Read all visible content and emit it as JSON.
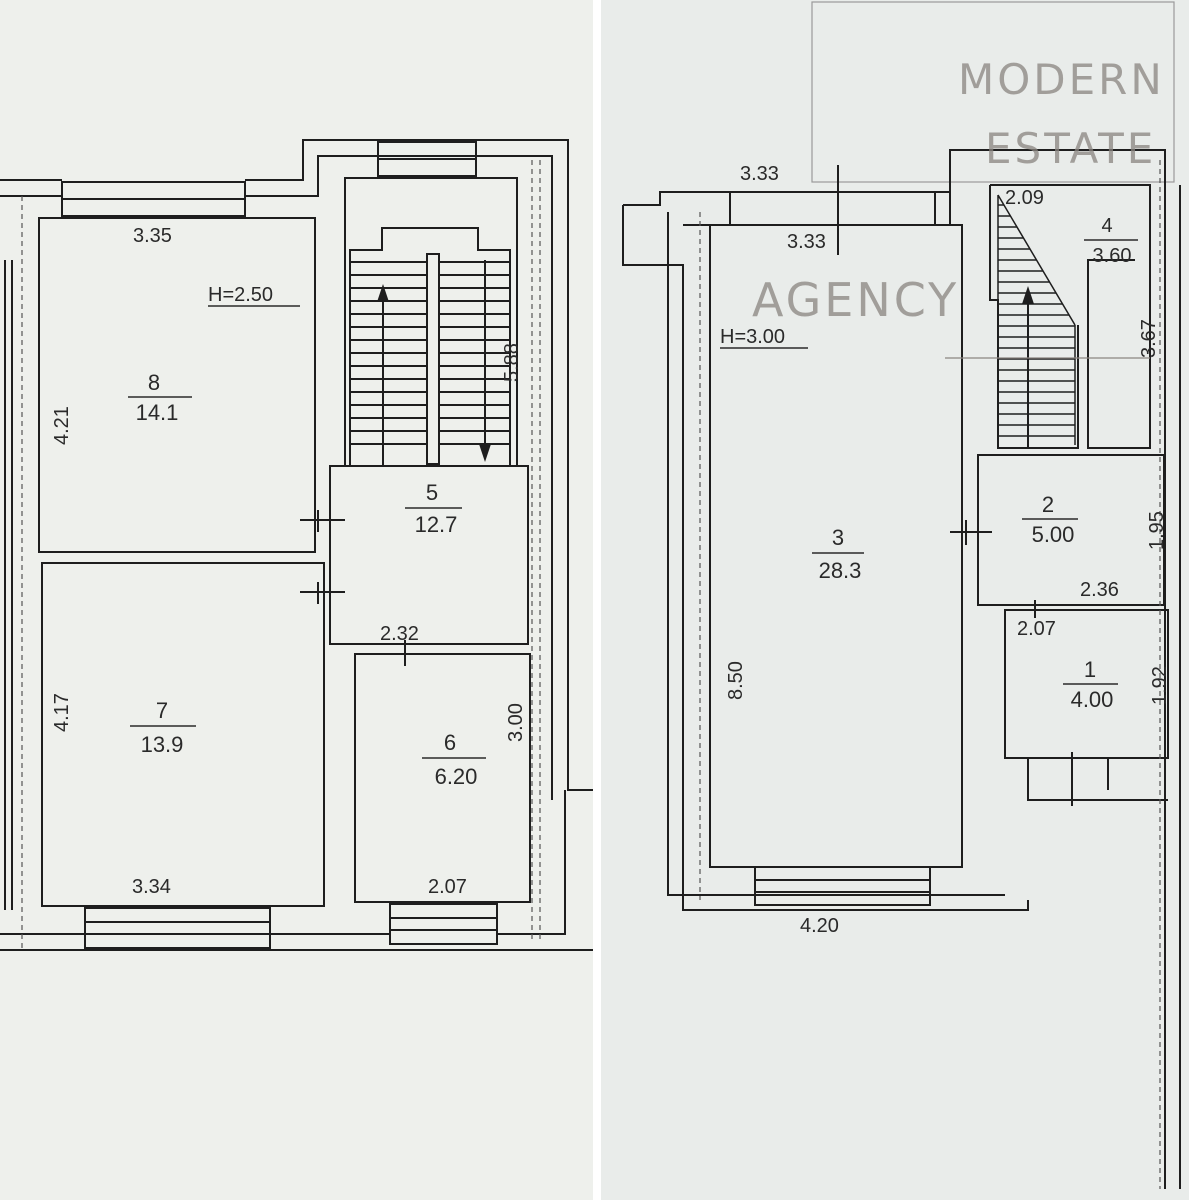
{
  "left_plan": {
    "height_label": "H=2.50",
    "rooms": [
      {
        "number": "8",
        "area": "14.1"
      },
      {
        "number": "7",
        "area": "13.9"
      },
      {
        "number": "5",
        "area": "12.7"
      },
      {
        "number": "6",
        "area": "6.20"
      }
    ],
    "dimensions": {
      "room8_width": "3.35",
      "room8_height": "4.21",
      "room7_height": "4.17",
      "room7_width": "3.34",
      "stair_length": "5.88",
      "hall_width": "2.32",
      "room6_height": "3.00",
      "room6_width": "2.07"
    }
  },
  "right_plan": {
    "height_label": "H=3.00",
    "rooms": [
      {
        "number": "3",
        "area": "28.3"
      },
      {
        "number": "4",
        "area": "3.60"
      },
      {
        "number": "2",
        "area": "5.00"
      },
      {
        "number": "1",
        "area": "4.00"
      }
    ],
    "dimensions": {
      "top_outer_width": "3.33",
      "top_inner_width": "3.33",
      "stair_width": "2.09",
      "room4_height": "3.67",
      "room3_height": "8.50",
      "room2_height": "1.95",
      "room2_width": "2.36",
      "room1_width": "2.07",
      "room1_height": "1.92",
      "bottom_width": "4.20"
    }
  },
  "watermark": {
    "line1": "MODERN",
    "line2": "ESTATE",
    "line3": "AGENCY"
  }
}
